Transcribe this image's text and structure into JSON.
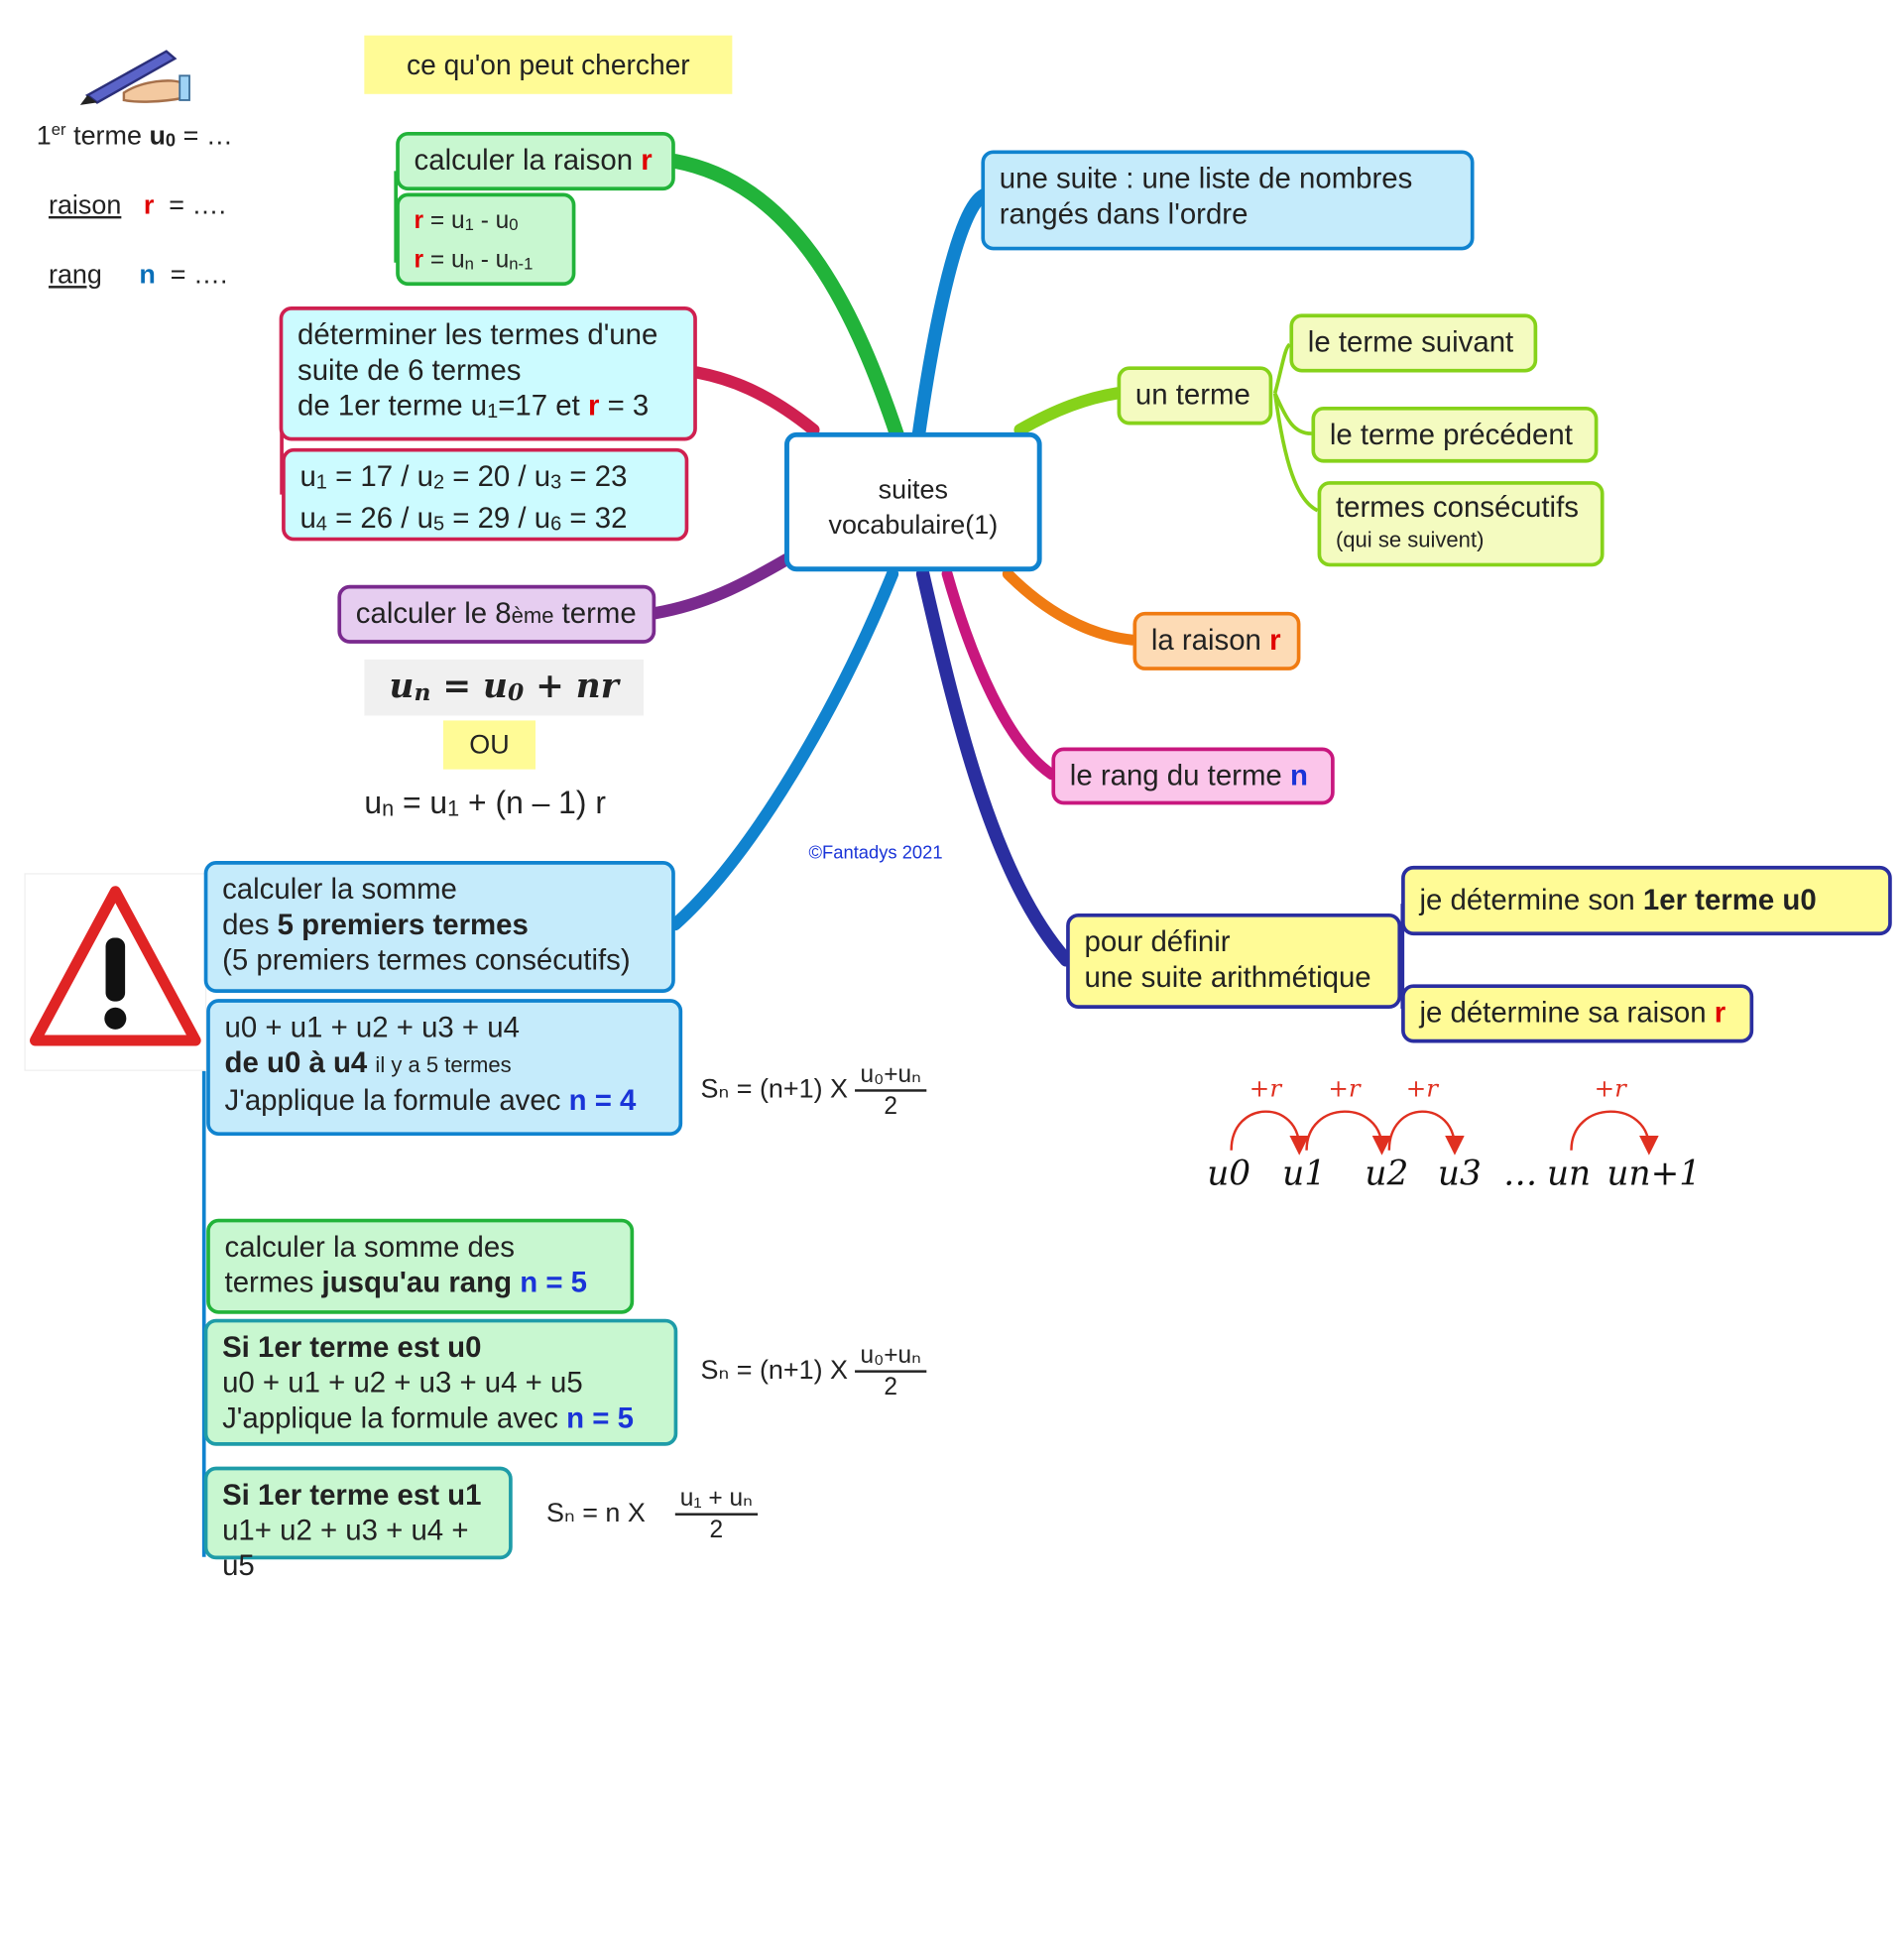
{
  "left_notes": {
    "first_term": {
      "prefix": "1",
      "sup": "er",
      "word": "terme",
      "u": "u",
      "sub": "0",
      "eq": "= …"
    },
    "raison": {
      "label": "raison",
      "var": "r",
      "eq": "= …."
    },
    "rang": {
      "label": "rang",
      "var": "n",
      "eq": "= …."
    }
  },
  "title_label": "ce qu'on peut chercher",
  "center": {
    "line1": "suites",
    "line2": "vocabulaire(1)"
  },
  "copyright": "©Fantadys 2021",
  "calc_raison": {
    "text": "calculer la raison",
    "var": "r"
  },
  "raison_formulas": {
    "l1": {
      "r": "r",
      "eq": "= u",
      "s1": "1",
      "m": "- u",
      "s2": "0"
    },
    "l2": {
      "r": "r",
      "eq": "= u",
      "s1": "n",
      "m": "- u",
      "s2": "n-1"
    }
  },
  "determiner": {
    "l1": "déterminer les termes d'une",
    "l2": "suite de 6 termes",
    "l3a": "de 1er terme u",
    "l3s": "1",
    "l3b": "=17 et",
    "l3r": "r",
    "l3c": "= 3"
  },
  "terms_list": {
    "line1": [
      {
        "u": "u",
        "s": "1",
        "v": "= 17 /"
      },
      {
        "u": "u",
        "s": "2",
        "v": "= 20 /"
      },
      {
        "u": "u",
        "s": "3",
        "v": "= 23"
      }
    ],
    "line2": [
      {
        "u": "u",
        "s": "4",
        "v": "= 26 /"
      },
      {
        "u": "u",
        "s": "5",
        "v": "= 29 /"
      },
      {
        "u": "u",
        "s": "6",
        "v": "= 32"
      }
    ]
  },
  "calc_8": {
    "a": "calculer le 8",
    "sup": "ème",
    "b": "terme"
  },
  "formula_main": "u_n = u_0 + nr",
  "ou": "OU",
  "formula_alt": {
    "a": "u",
    "s1": "n",
    "b": "= u",
    "s2": "1",
    "c": "+ (n – 1) r"
  },
  "somme5": {
    "l1": "calculer la somme",
    "l2a": "des",
    "l2b": "5 premiers termes",
    "l3": "(5 premiers termes consécutifs)"
  },
  "somme5_detail": {
    "l1": "u0 + u1 + u2 + u3 + u4",
    "l2a": "de u0 à u4",
    "l2b": "il y a 5 termes",
    "l3a": "J'applique la formule avec",
    "l3b": "n = 4"
  },
  "sn_formula_1": {
    "lhs": "Sₙ = (n+1) X",
    "num": "u₀+uₙ",
    "den": "2"
  },
  "somme_rang": {
    "l1": "calculer la somme des",
    "l2a": "termes",
    "l2b": "jusqu'au rang",
    "l2c": "n = 5"
  },
  "si_u0": {
    "l1": "Si 1er terme est u0",
    "l2": "u0 + u1 + u2 + u3 + u4 + u5",
    "l3a": "J'applique la formule avec",
    "l3b": "n = 5"
  },
  "sn_formula_2": {
    "lhs": "Sₙ = (n+1) X",
    "num": "u₀+uₙ",
    "den": "2"
  },
  "si_u1": {
    "l1": "Si 1er terme est u1",
    "l2": "u1+ u2 + u3 + u4 + u5"
  },
  "sn_formula_3": {
    "lhs": "Sₙ = n X",
    "num": "u₁ + uₙ",
    "den": "2"
  },
  "suite_def": {
    "l1": "une suite : une liste de nombres",
    "l2": "rangés dans l'ordre"
  },
  "un_terme": "un terme",
  "terme_suivant": "le terme suivant",
  "terme_precedent": "le terme précédent",
  "termes_consecutifs": {
    "l1": "termes consécutifs",
    "l2": "(qui se suivent)"
  },
  "la_raison": {
    "text": "la raison",
    "var": "r"
  },
  "rang_terme": {
    "text": "le rang du terme",
    "var": "n"
  },
  "definir": {
    "l1": "pour définir",
    "l2": "une suite arithmétique"
  },
  "premier_terme": {
    "a": "je détermine son",
    "b": "1er terme u0"
  },
  "sa_raison": {
    "a": "je détermine sa raison",
    "var": "r"
  },
  "sequence_diagram": {
    "terms": [
      "u0",
      "u1",
      "u2",
      "u3",
      "…",
      "un",
      "un+1"
    ],
    "step_label": "+r"
  },
  "colors": {
    "green": "#22b33a",
    "blue": "#1083cf",
    "crimson": "#cf2050",
    "purple": "#7a2a8e",
    "lime": "#86d21a",
    "orange": "#f07b12",
    "magenta": "#c8177e",
    "navy": "#2a2ea0"
  }
}
